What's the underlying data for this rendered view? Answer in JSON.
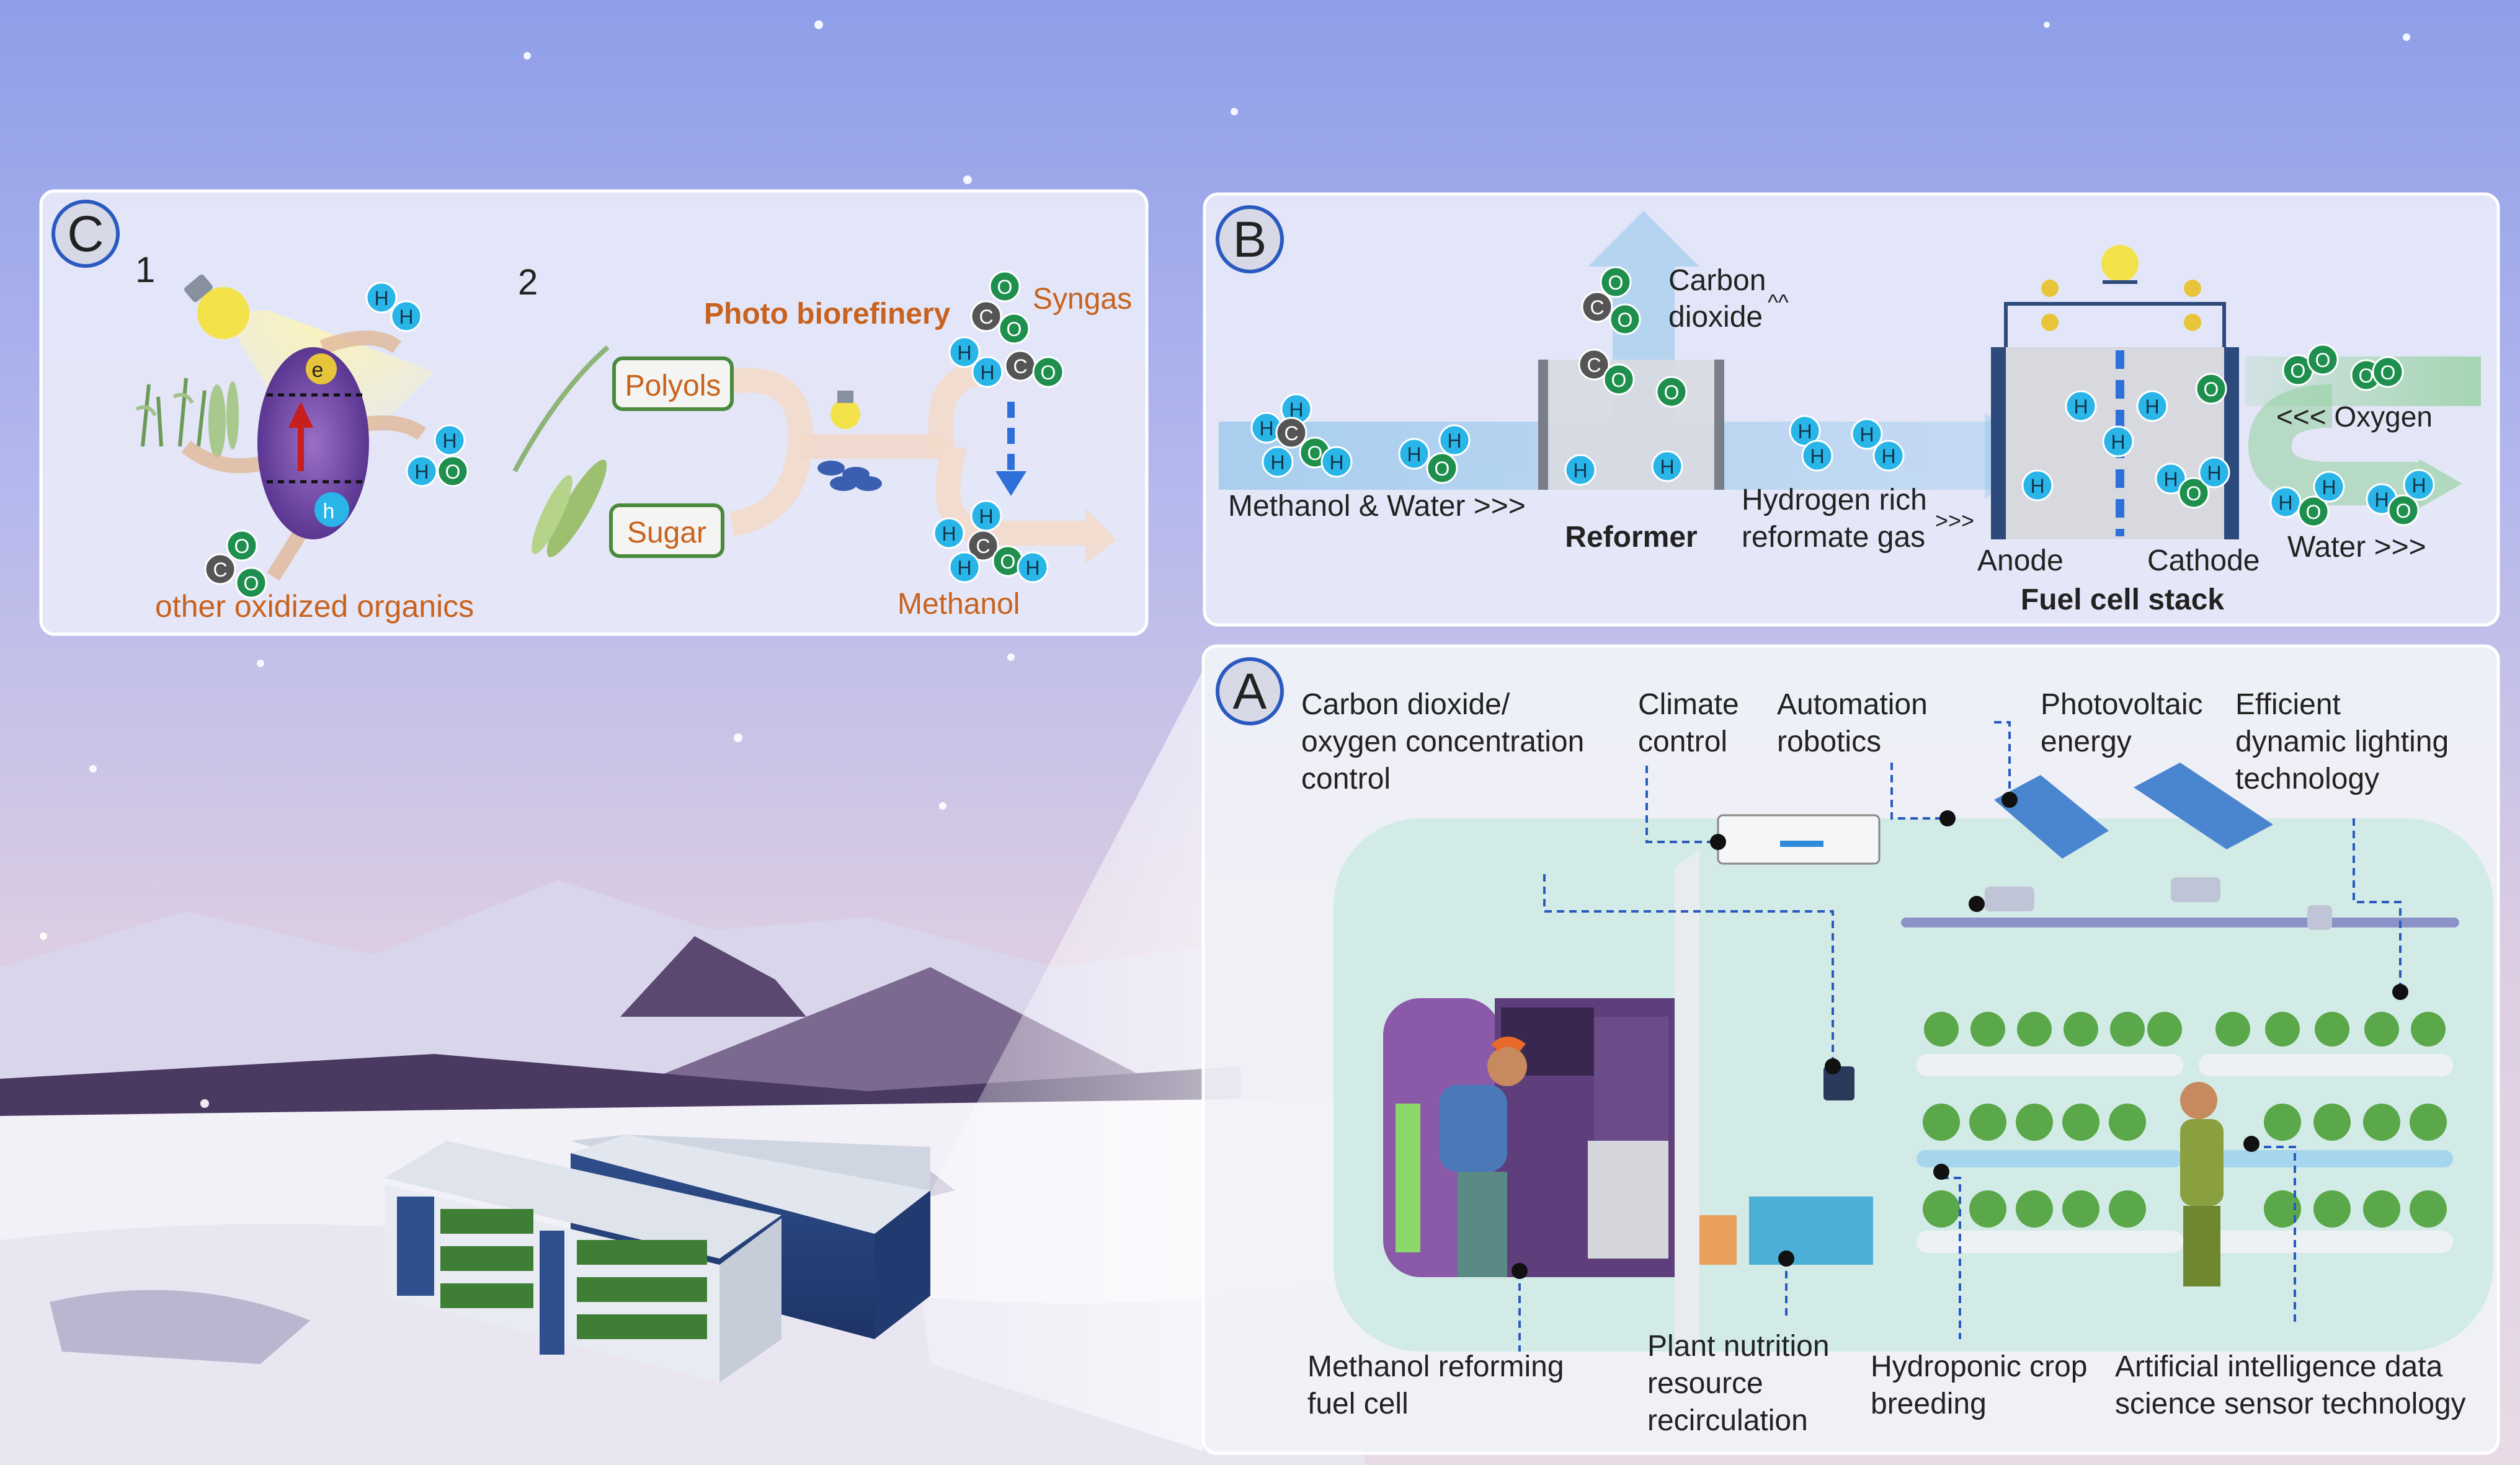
{
  "colors": {
    "sky_top": "#8fa0ea",
    "sky_mid": "#c2c3ec",
    "sky_low": "#e2cfe0",
    "panel_bg": "#e9ecf8",
    "panel_border": "#ffffff",
    "orange_text": "#c8621e",
    "green_box": "#4a8a3c",
    "blue_arrow": "#2f6fd8",
    "hydrogen": "#29b5e8",
    "oxygen": "#1f8f4e",
    "carbon": "#555555",
    "electrode": "#2d4a7d"
  },
  "panel_c": {
    "badge": "C",
    "step1": "1",
    "step2": "2",
    "electron": "e",
    "hole": "h",
    "other_oxidized_organics": "other oxidized organics",
    "polyols": "Polyols",
    "sugar": "Sugar",
    "photo_biorefinery": "Photo biorefinery",
    "syngas": "Syngas",
    "methanol": "Methanol"
  },
  "panel_b": {
    "badge": "B",
    "carbon_dioxide_line1": "Carbon",
    "carbon_dioxide_line2": "dioxide",
    "up_arrows": "^^",
    "methanol_water": "Methanol & Water >>>",
    "reformer": "Reformer",
    "hydrogen_rich_line1": "Hydrogen rich",
    "hydrogen_rich_line2": "reformate gas",
    "gas_arrows": ">>>",
    "oxygen": "<<<  Oxygen",
    "anode": "Anode",
    "cathode": "Cathode",
    "water": "Water >>>",
    "fuel_cell_stack": "Fuel cell stack"
  },
  "panel_a": {
    "badge": "A",
    "co2_control": [
      "Carbon dioxide/",
      "oxygen concentration",
      "control"
    ],
    "climate_control": [
      "Climate",
      "control"
    ],
    "automation_robotics": [
      "Automation",
      "robotics"
    ],
    "photovoltaic_energy": [
      "Photovoltaic",
      "energy"
    ],
    "dynamic_lighting": [
      "Efficient",
      "dynamic lighting",
      "technology"
    ],
    "methanol_fuel_cell": [
      "Methanol reforming",
      "fuel cell"
    ],
    "plant_nutrition": [
      "Plant nutrition",
      "resource",
      "recirculation"
    ],
    "hydroponic": [
      "Hydroponic crop",
      "breeding"
    ],
    "ai_sensor": [
      "Artificial intelligence data",
      "science sensor technology"
    ]
  },
  "atoms": {
    "h": "H",
    "o": "O",
    "c": "C"
  }
}
